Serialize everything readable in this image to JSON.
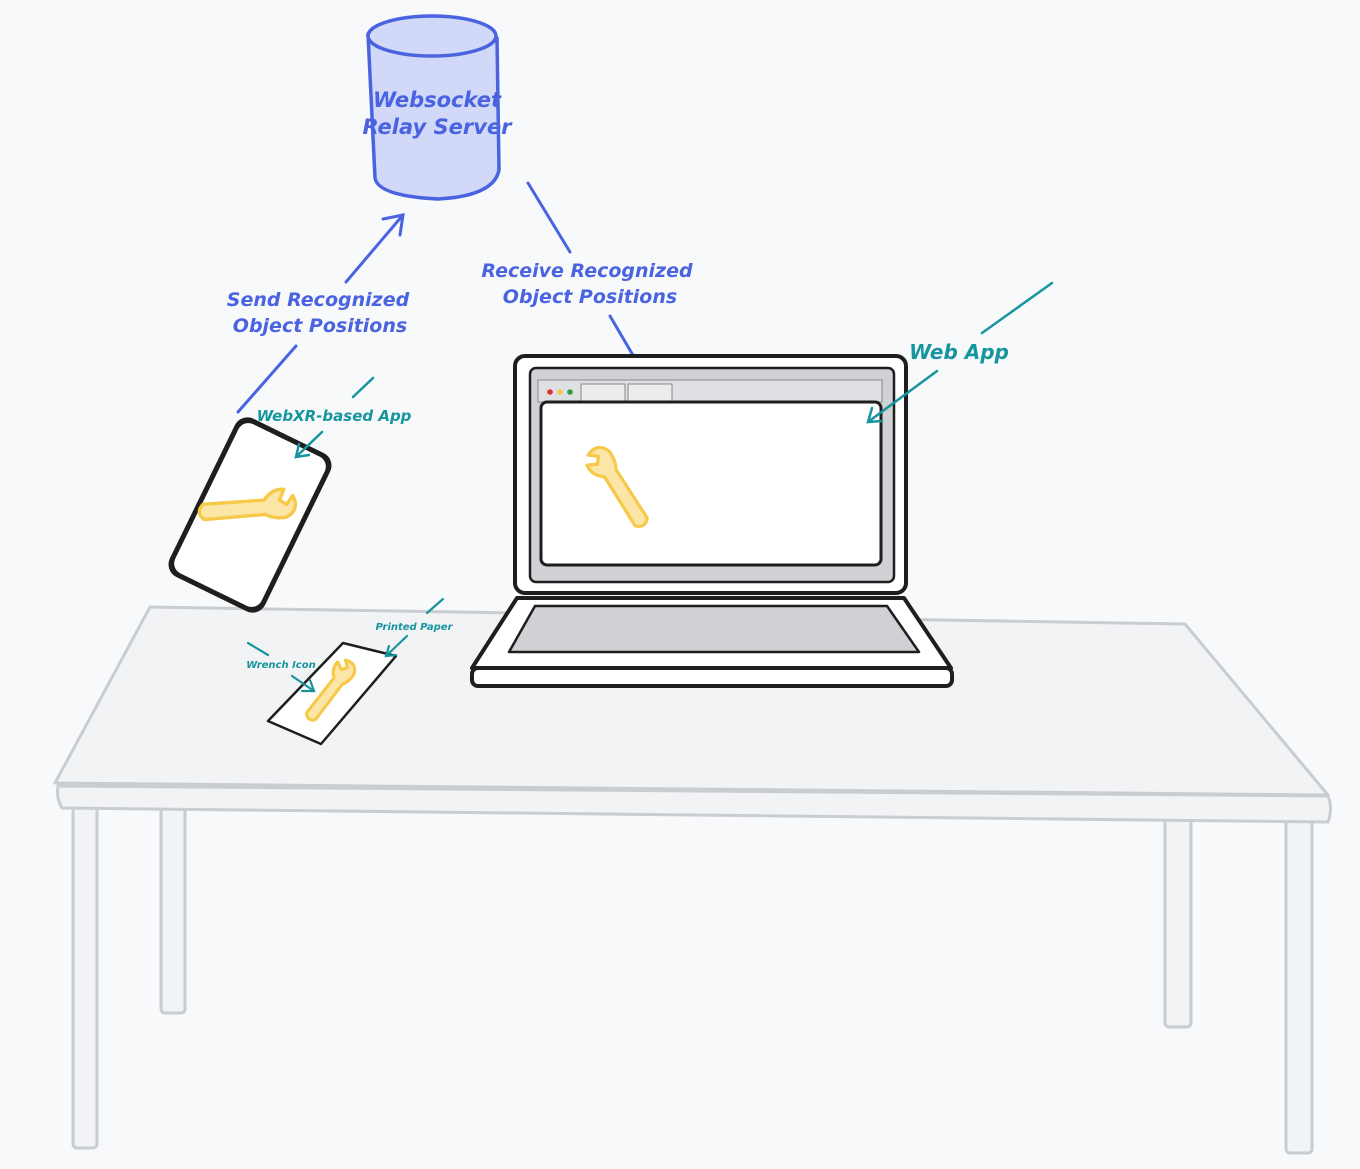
{
  "server": {
    "line1": "Websocket",
    "line2": "Relay Server"
  },
  "send_label": {
    "line1": "Send Recognized",
    "line2": "Object Positions"
  },
  "receive_label": {
    "line1": "Receive Recognized",
    "line2": "Object Positions"
  },
  "webxr_label": "WebXR-based App",
  "webapp_label": "Web App",
  "printed_paper_label": "Printed Paper",
  "wrench_icon_label": "Wrench Icon",
  "icons": [
    "database-icon",
    "phone-icon",
    "laptop-icon",
    "wrench-icon",
    "table-icon"
  ],
  "colors": {
    "blue": "#4a63e0",
    "teal": "#16959f",
    "wrench": "#f7c948",
    "table": "#f1f3f5",
    "outline": "#1e1e1e"
  }
}
